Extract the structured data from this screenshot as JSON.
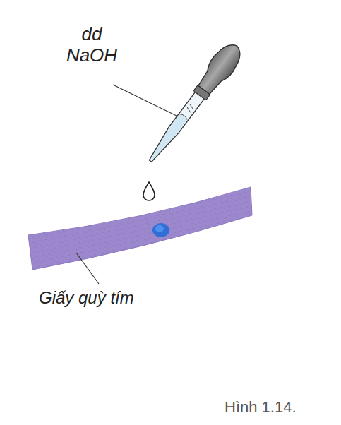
{
  "diagram": {
    "caption": "Hình 1.14.",
    "labels": [
      "dd NaOH",
      "Giấy quỳ tím"
    ]
  }
}
